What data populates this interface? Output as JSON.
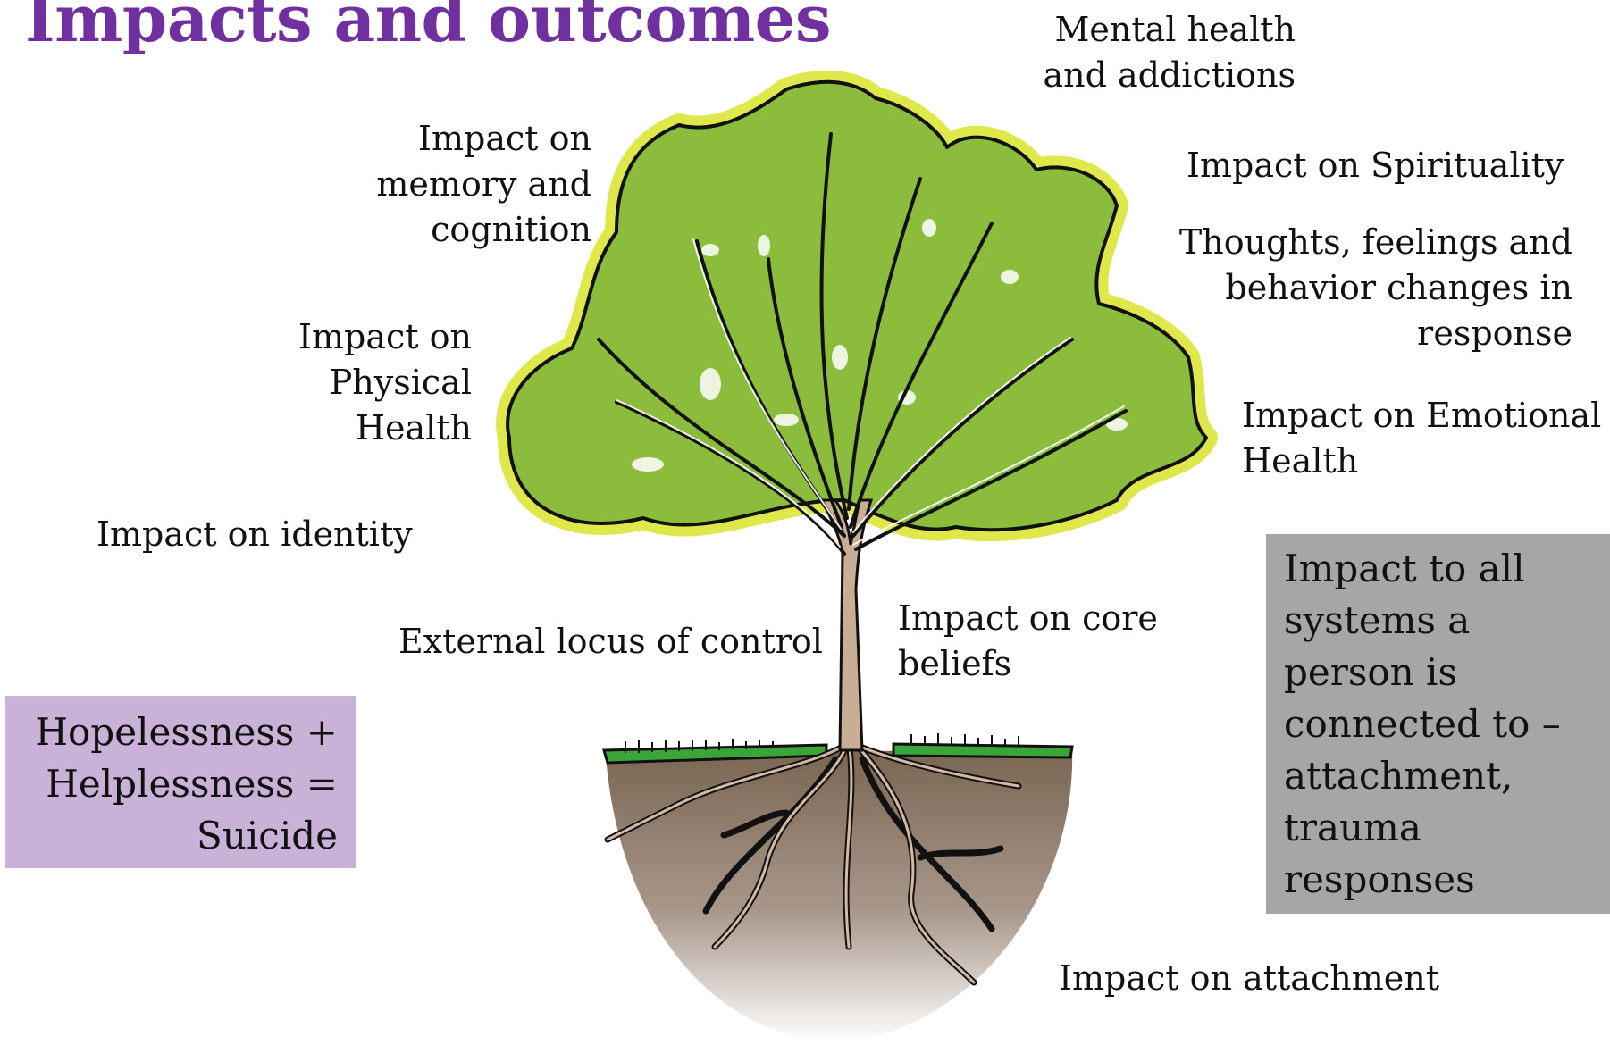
{
  "title": "Impacts and outcomes",
  "labels": {
    "mental_health": [
      "Mental health",
      "and addictions"
    ],
    "spirituality": [
      "Impact on Spirituality"
    ],
    "thoughts": [
      "Thoughts, feelings and",
      "behavior changes in",
      "response"
    ],
    "emotional": [
      "Impact on Emotional",
      "Health"
    ],
    "memory": [
      "Impact on",
      "memory and",
      "cognition"
    ],
    "physical": [
      "Impact on",
      "Physical",
      "Health"
    ],
    "identity": [
      "Impact on identity"
    ],
    "locus": [
      "External locus of control"
    ],
    "core_beliefs": [
      "Impact on core",
      "beliefs"
    ],
    "attachment": [
      "Impact on attachment"
    ]
  },
  "hopelessness_box": {
    "lines": [
      "Hopelessness +",
      "Helplessness =",
      "Suicide"
    ],
    "color": "#c9b1d7"
  },
  "systems_box": {
    "lines": [
      "Impact to all",
      "systems a",
      "person is",
      "connected to –",
      "attachment,",
      "trauma",
      "responses"
    ],
    "color": "#a6a6a6"
  },
  "colors": {
    "title": "#7030a0",
    "foliage": "#8cbc3c",
    "foliage_highlight": "#dfe84a",
    "trunk": "#c9ad94",
    "soil_top": "#7a6552",
    "grass": "#3aa63a"
  }
}
